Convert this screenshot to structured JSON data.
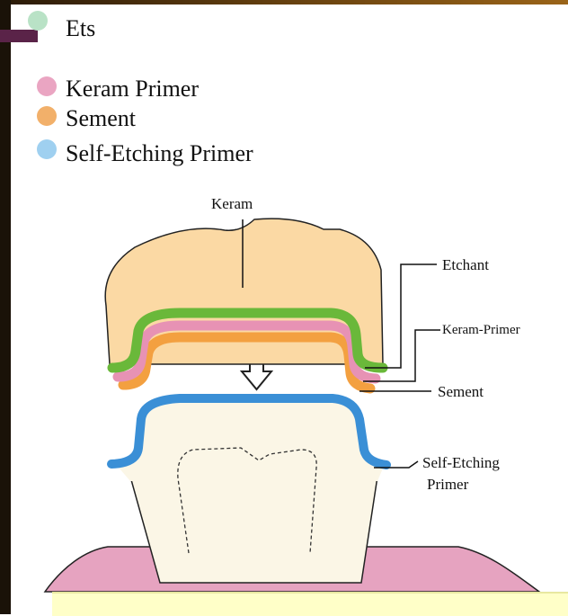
{
  "legend": [
    {
      "label": "Ets",
      "color": "#b9e2c6"
    },
    {
      "label": "Keram Primer",
      "color": "#eaa5c2"
    },
    {
      "label": "Sement",
      "color": "#f2b06a"
    },
    {
      "label": "Self-Etching Primer",
      "color": "#9fd0f0"
    }
  ],
  "diagram": {
    "crown_label": "Keram",
    "etchant_label": "Etchant",
    "keram_primer_label": "Keram-Primer",
    "sement_label": "Sement",
    "self_etching_label_line1": "Self-Etching",
    "self_etching_label_line2": "Primer"
  },
  "colors": {
    "crown": "#fbd9a4",
    "etchant_layer": "#6ab83a",
    "primer_layer": "#e792b4",
    "cement_layer": "#f3a040",
    "self_etch_layer": "#3a8fd6",
    "tooth": "#fbf6e6",
    "gum": "#e6a3c0"
  }
}
